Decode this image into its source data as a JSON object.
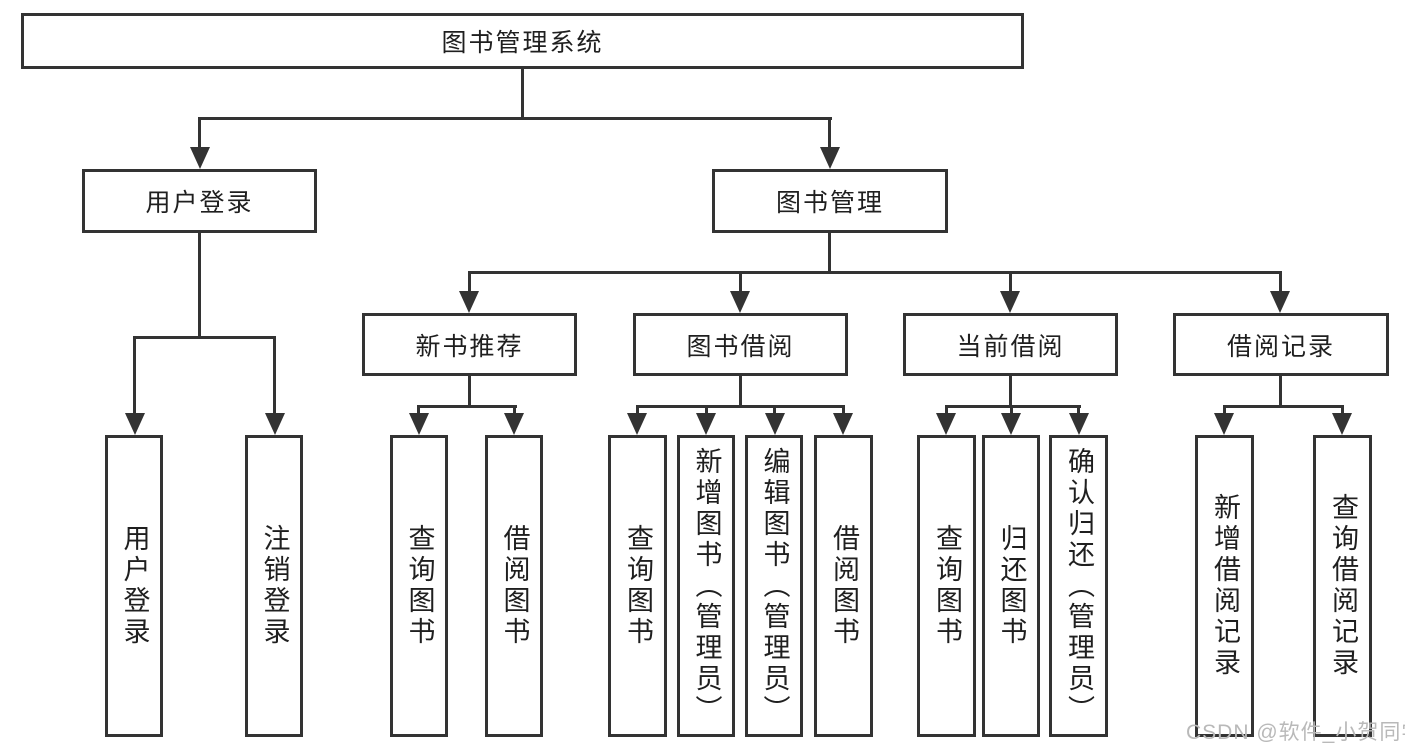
{
  "diagram": {
    "type": "tree",
    "nodes": {
      "root": "图书管理系统",
      "level2": {
        "user_login": "用户登录",
        "book_management": "图书管理"
      },
      "level3": {
        "new_book_recommend": "新书推荐",
        "book_borrowing": "图书借阅",
        "current_borrowing": "当前借阅",
        "borrow_records": "借阅记录"
      },
      "leaves": {
        "user_login": [
          "用户登录",
          "注销登录"
        ],
        "new_book_recommend": [
          "查询图书",
          "借阅图书"
        ],
        "book_borrowing": [
          "查询图书",
          "新增图书（管理员）",
          "编辑图书（管理员）",
          "借阅图书"
        ],
        "current_borrowing": [
          "查询图书",
          "归还图书",
          "确认归还（管理员）"
        ],
        "borrow_records": [
          "新增借阅记录",
          "查询借阅记录"
        ]
      }
    },
    "watermark": "CSDN @软件_小贺同学",
    "colors": {
      "line": "#333333",
      "text": "#1f1f1f",
      "watermark": "#b9b9b9",
      "background": "#ffffff"
    }
  }
}
